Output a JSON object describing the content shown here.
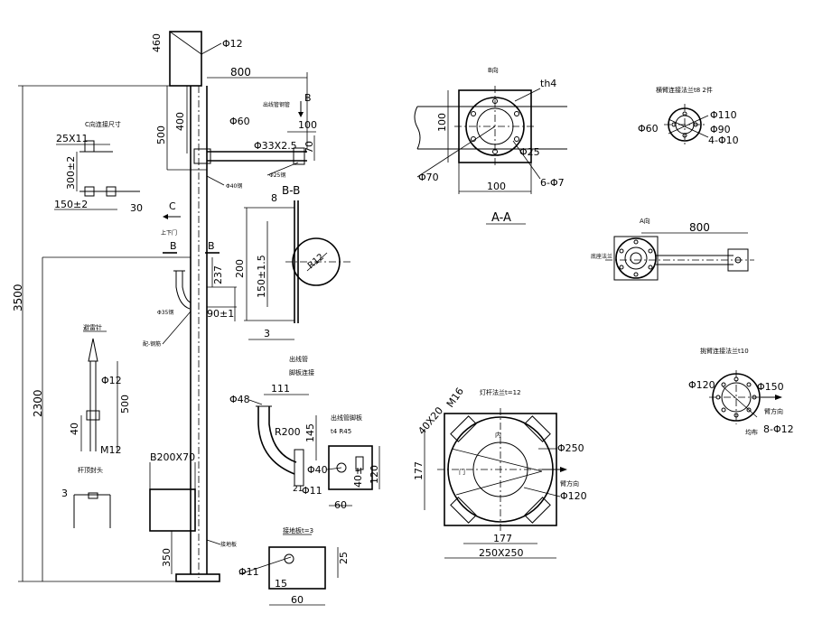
{
  "pole": {
    "d460": "460",
    "d12": "Φ12",
    "d800": "800",
    "d500": "500",
    "d400": "400",
    "d60": "Φ60",
    "d33": "Φ33X2.5",
    "d70": "70",
    "d100": "100",
    "arrowB": "B",
    "note_pipe": "出线管钢管",
    "note40": "Φ40钢",
    "note25": "Φ25钢",
    "d3500": "3500",
    "d2300": "2300",
    "d237": "237",
    "d90": "90±1",
    "note35": "Φ35钢",
    "note_wire": "配-钢筋",
    "d350": "350",
    "b200": "B200X70",
    "labelC": "C",
    "note_door": "上下门",
    "labelB1": "B",
    "labelB2": "B",
    "ground": "接地板"
  },
  "cview": {
    "title": "C向连接尺寸",
    "d25x11": "25X11",
    "d300": "300±2",
    "d150": "150±2",
    "d30": "30"
  },
  "rod": {
    "title": "避雷针",
    "d12": "Φ12",
    "d500": "500",
    "d40": "40",
    "m12": "M12"
  },
  "cap": {
    "title": "杆顶封头",
    "d3": "3"
  },
  "bb": {
    "title": "B-B",
    "d8": "8",
    "d200": "200",
    "d150": "150±1.5",
    "r": "R12",
    "d3": "3"
  },
  "aa": {
    "title_b": "B向",
    "th4": "th4",
    "d100v": "100",
    "d25": "Φ25",
    "d70": "Φ70",
    "d100h": "100",
    "d7": "6-Φ7",
    "label": "A-A"
  },
  "arm_flange": {
    "title": "横臂连接法兰t8 2件",
    "d110": "Φ110",
    "d90": "Φ90",
    "d60": "Φ60",
    "d10": "4-Φ10"
  },
  "aview": {
    "title": "A向",
    "d800": "800",
    "note": "底座法兰"
  },
  "tube": {
    "title1": "出线管",
    "title2": "脚板连接",
    "d111": "111",
    "d48": "Φ48",
    "r200": "R200",
    "d145": "145"
  },
  "plate": {
    "title1": "出线管脚板",
    "title2": "t4 R45",
    "d40": "Φ40",
    "d11": "Φ11",
    "d40b": "40±",
    "d120": "120",
    "d60": "60",
    "d21": "21"
  },
  "ground_plate": {
    "title": "接地板t=3",
    "d11": "Φ11",
    "d15": "15",
    "d60": "60",
    "d25": "25"
  },
  "base": {
    "title": "灯杆法兰t=12",
    "d40x20": "40X20",
    "m16": "M16",
    "d250": "Φ250",
    "d120": "Φ120",
    "d177v": "177",
    "d177h": "177",
    "d250x250": "250X250",
    "door": "门",
    "arm_dir": "臂方向",
    "in": "内"
  },
  "arm_base": {
    "title": "挑臂连接法兰t10",
    "d120": "Φ120",
    "d150": "Φ150",
    "dir": "臂方向",
    "d12": "8-Φ12",
    "even": "均布"
  }
}
